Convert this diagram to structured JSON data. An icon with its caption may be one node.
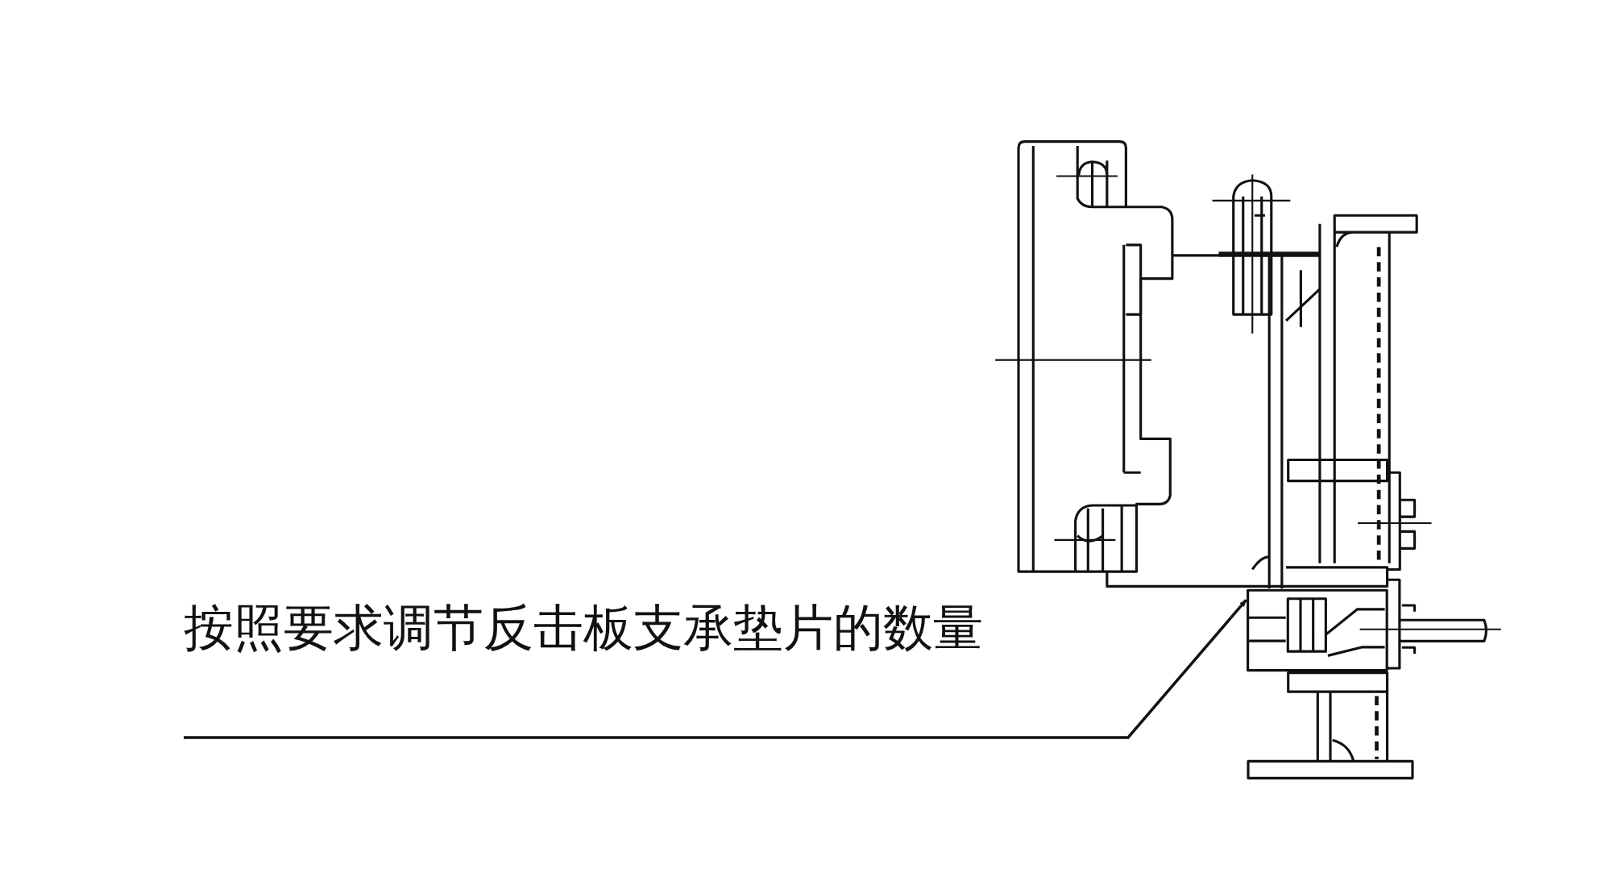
{
  "diagram": {
    "nodes": [
      {
        "text": [
          "按照要求调节反击板支承垫片的数量"
        ]
      },
      {
        "text": [],
        "shape": "picture"
      }
    ],
    "edges": [
      {
        "from": 0,
        "to": 1,
        "arrow": "to"
      }
    ]
  }
}
